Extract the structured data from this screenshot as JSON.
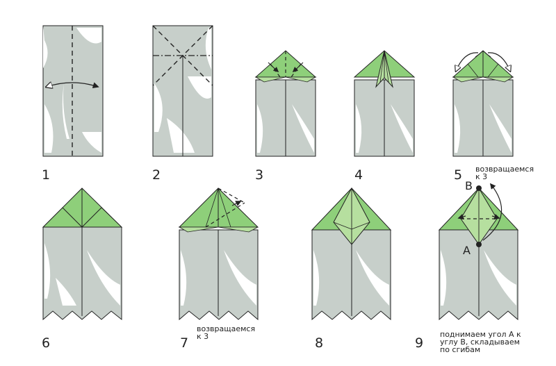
{
  "colors": {
    "paper": "#c7cfca",
    "paper_highlight": "#ffffff",
    "flap": "#8ecf7a",
    "flap_light": "#b6df9f",
    "line": "#222222"
  },
  "steps": [
    {
      "number": "1"
    },
    {
      "number": "2"
    },
    {
      "number": "3"
    },
    {
      "number": "4"
    },
    {
      "number": "5",
      "note": [
        "возвращаемся",
        "к 3"
      ]
    },
    {
      "number": "6"
    },
    {
      "number": "7",
      "note": [
        "возвращаемся",
        "к 3"
      ]
    },
    {
      "number": "8"
    },
    {
      "number": "9",
      "note": [
        "поднимаем угол А к",
        "углу В, складываем",
        "по сгибам"
      ]
    }
  ],
  "points": {
    "a": "A",
    "b": "B"
  }
}
